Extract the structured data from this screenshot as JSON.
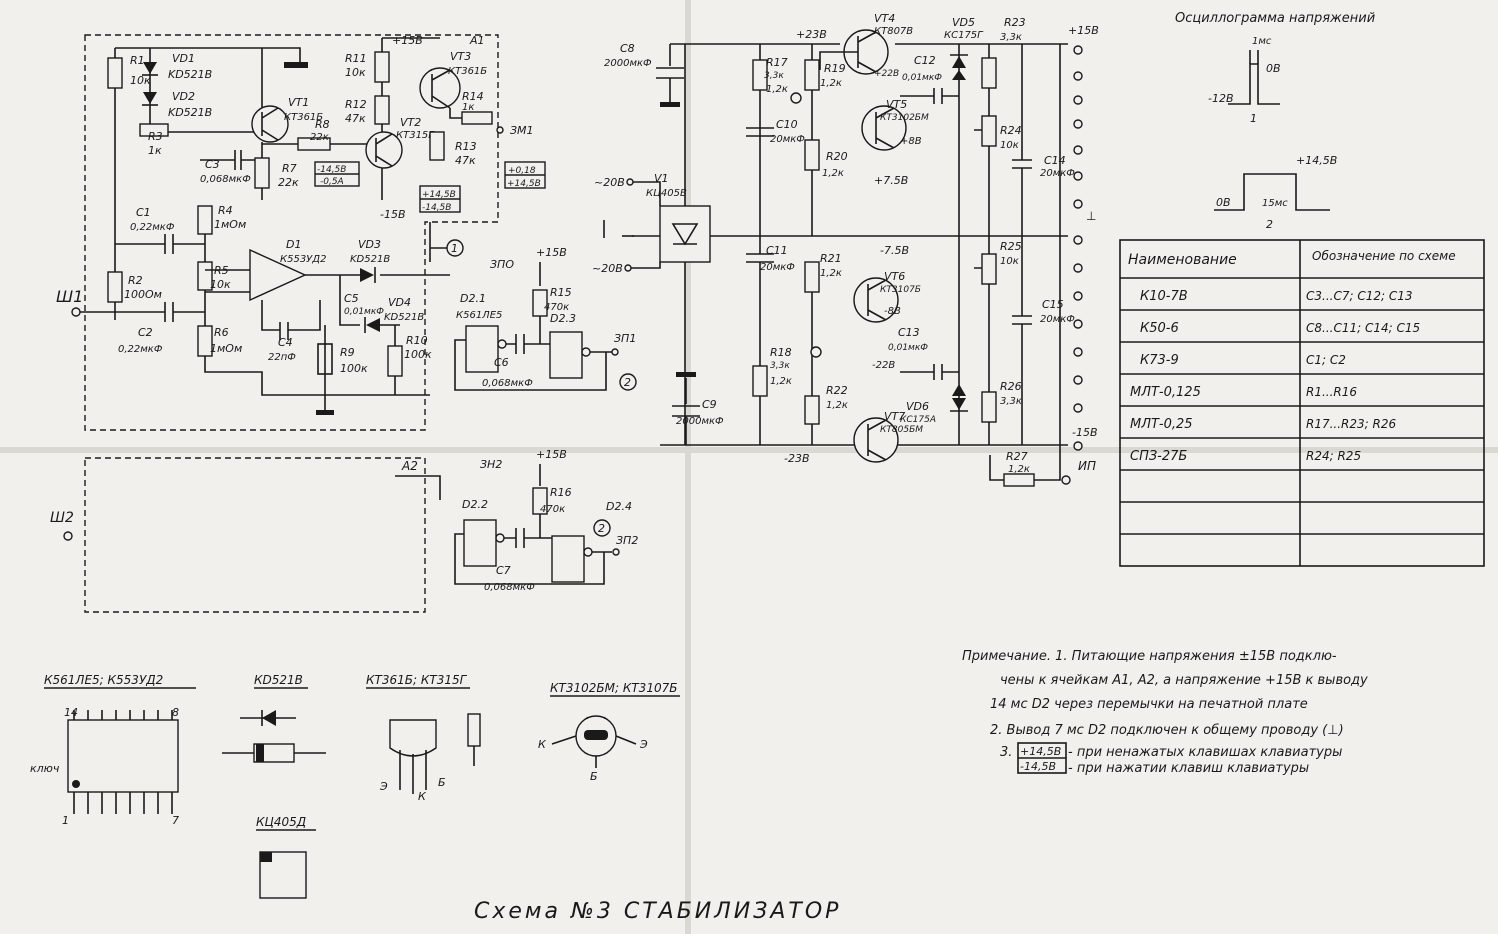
{
  "title": "Схема №3   СТАБИЛИЗАТОР",
  "colors": {
    "paper": "#f1f0ec",
    "ink": "#1a1a1a"
  },
  "labels": {
    "VD1": "VD1",
    "VD1t": "KD521B",
    "VD2": "VD2",
    "VD2t": "KD521B",
    "R1": "R1",
    "R1v": "10к",
    "R3": "R3",
    "R3v": "1к",
    "R11": "R11",
    "R11v": "10к",
    "R12": "R12",
    "R12v": "47к",
    "R8": "R8",
    "R8v": "22к",
    "R7": "R7",
    "R7v": "22к",
    "R13": "R13",
    "R13v": "47к",
    "R14": "R14",
    "R14v": "1к",
    "VT1": "VT1",
    "VT1t": "КТ361Б",
    "VT2": "VT2",
    "VT2t": "КТ315Г",
    "VT3": "VT3",
    "VT3t": "КТ361Б",
    "A1": "А1",
    "p15a": "+15В",
    "m15a": "-15В",
    "ZM1": "ЗМ1",
    "C3": "C3",
    "C3v": "0,068мкФ",
    "C1": "C1",
    "C1v": "0,22мкФ",
    "R4": "R4",
    "R4v": "1мОм",
    "R2": "R2",
    "R2v": "100Ом",
    "R5": "R5",
    "R5v": "10к",
    "R6": "R6",
    "R6v": "1мОм",
    "C2": "C2",
    "C2v": "0,22мкФ",
    "D1": "D1",
    "D1t": "К553УД2",
    "C4": "C4",
    "C4v": "22пФ",
    "C5": "C5",
    "C5v": "0,01мкФ",
    "VD3": "VD3",
    "VD3t": "KD521B",
    "VD4": "VD4",
    "VD4t": "KD521B",
    "R9": "R9",
    "R9v": "100к",
    "R10": "R10",
    "R10v": "100к",
    "sh1": "Ш1",
    "sh2": "Ш2",
    "A2": "А2",
    "b1": "-14,5В",
    "b2": "-0,5А",
    "b3": "+0,18",
    "b4": "+14,5В",
    "b5": "+14,5В",
    "b6": "-14,5В",
    "ZP0": "ЗПО",
    "p15b": "+15В",
    "R15": "R15",
    "R15v": "470к",
    "D21": "D2.1",
    "D21t": "К561ЛЕ5",
    "D23": "D2.3",
    "C6": "C6",
    "C6v": "0,068мкФ",
    "ZP1": "ЗП1",
    "ZN2": "ЗН2",
    "p15c": "+15В",
    "R16": "R16",
    "R16v": "470к",
    "D22": "D2.2",
    "D24": "D2.4",
    "C7": "C7",
    "C7v": "0,068мкФ",
    "ZP2": "ЗП2",
    "C8": "C8",
    "C8v": "2000мкФ",
    "C9": "C9",
    "C9v": "2000мкФ",
    "U1": "V1",
    "U1t": "КЦ405В",
    "v20a": "~20В",
    "v20b": "~20В",
    "p23": "+23В",
    "m23": "-23В",
    "VT4": "VT4",
    "VT4t": "КТ807В",
    "VD5": "VD5",
    "VD5t": "КС175Г",
    "R23": "R23",
    "R23v": "3,3к",
    "R17": "R17",
    "R17v": "3,3к",
    "R19": "R19",
    "R19v": "1,2к",
    "C12": "C12",
    "C12v": "0,01мкФ",
    "p228": "+22В",
    "VT5": "VT5",
    "VT5t": "КТ3102БМ",
    "p8": "+8В",
    "C10": "C10",
    "C10v": "20мкФ",
    "R20": "R20",
    "R20v": "1,2к",
    "p75": "+7.5В",
    "R24": "R24",
    "R24v": "10к",
    "C14": "C14",
    "C14v": "20мкФ",
    "p15d": "+15В",
    "C11": "C11",
    "C11v": "20мкФ",
    "R21": "R21",
    "R21v": "1,2к",
    "m75": "-7.5В",
    "VT6": "VT6",
    "VT6t": "КТ3107Б",
    "m8": "-8В",
    "C13": "C13",
    "C13v": "0,01мкФ",
    "m22": "-22В",
    "R18": "R18",
    "R18v": "3,3к",
    "R18v2": "1,2к",
    "R22": "R22",
    "R22v": "1,2к",
    "VD6": "VD6",
    "VD6t": "КС175А",
    "VT7": "VT7",
    "VT7t": "КТ805БМ",
    "R25": "R25",
    "R25v": "10к",
    "C15": "C15",
    "C15v": "20мкФ",
    "R26": "R26",
    "R26v": "3,3к",
    "R27": "R27",
    "R27v": "1,2к",
    "m15d": "-15В",
    "IP": "ИП",
    "gnd": "⊥",
    "circ1": "1",
    "circ2": "2"
  },
  "oscillogram": {
    "title": "Осциллограмма напряжений",
    "w1_top": "1мс",
    "w1_level": "0В",
    "w1_base": "-12В",
    "w1_num": "1",
    "w2_top": "+14,5В",
    "w2_level": "0В",
    "w2_width": "15мс",
    "w2_num": "2"
  },
  "table": {
    "headers": [
      "Наименование",
      "Обозначение по схеме"
    ],
    "rows": [
      [
        "К10-7В",
        "С3...С7; С12; С13"
      ],
      [
        "К50-6",
        "С8...С11; С14; С15"
      ],
      [
        "К73-9",
        "С1; С2"
      ],
      [
        "МЛТ-0,125",
        "R1...R16"
      ],
      [
        "МЛТ-0,25",
        "R17...R23; R26"
      ],
      [
        "СПЗ-27Б",
        "R24; R25"
      ],
      [
        "",
        ""
      ],
      [
        "",
        ""
      ],
      [
        "",
        ""
      ]
    ]
  },
  "notes": {
    "l1": "Примечание. 1. Питающие напряжения ±15В подклю-",
    "l2": "чены к ячейкам А1, А2, а напряжение +15В к выводу",
    "l3": "14 мс D2 через перемычки на печатной плате",
    "l4": "2. Вывод 7 мс D2 подключен к общему проводу (⊥)",
    "l5n": "3.",
    "l5b": "+14,5В",
    "l5": "- при ненажатых клавишах клавиатуры",
    "l6b": "-14,5В",
    "l6": "- при нажатии клавиш клавиатуры"
  },
  "parts": {
    "chip_title": "К561ЛЕ5; К553УД2",
    "pin14": "14",
    "pin8": "8",
    "pin1": "1",
    "pin7": "7",
    "key": "ключ",
    "diode_title": "КD521В",
    "tr1_title": "КТ361Б; КТ315Г",
    "tr1_e": "Э",
    "tr1_k": "К",
    "tr1_b": "Б",
    "tr2_title": "КТ3102БМ; КТ3107Б",
    "tr2_k": "К",
    "tr2_e": "Э",
    "tr2_b": "Б",
    "bridge_title": "КЦ405Д"
  }
}
